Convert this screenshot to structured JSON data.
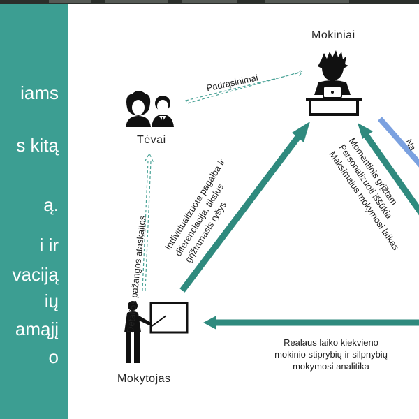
{
  "slide_left_text": [
    "iams",
    "s kitą",
    "ą.",
    "i ir",
    "vaciją",
    "ių",
    "amąjį",
    "o"
  ],
  "nodes": {
    "students": "Mokiniai",
    "parents": "Tėvai",
    "teacher": "Mokytojas"
  },
  "edges": {
    "parents_to_students": "Padrąsinimai",
    "teacher_to_parents": "Detalios pažangos ataskaitos",
    "teacher_to_students": [
      "Individualizuota pagalba ir",
      "diferenciacija, tikslus",
      "grįžtamasis ryšys"
    ],
    "students_to_teacher_partial": [
      "Momentinis grįžtam",
      "Personalizuoti iššūkia",
      "Maksimalus mokymosi laikas"
    ],
    "students_blue_partial": "Na",
    "analytics": [
      "Realaus laiko kiekvieno",
      "mokinio stiprybių ir silpnybių",
      "mokymosi analitika"
    ]
  },
  "colors": {
    "teal": "#2f8a7e",
    "panel": "#3c9e92",
    "blue": "#7ba1e0",
    "dashed": "#4aa397"
  }
}
